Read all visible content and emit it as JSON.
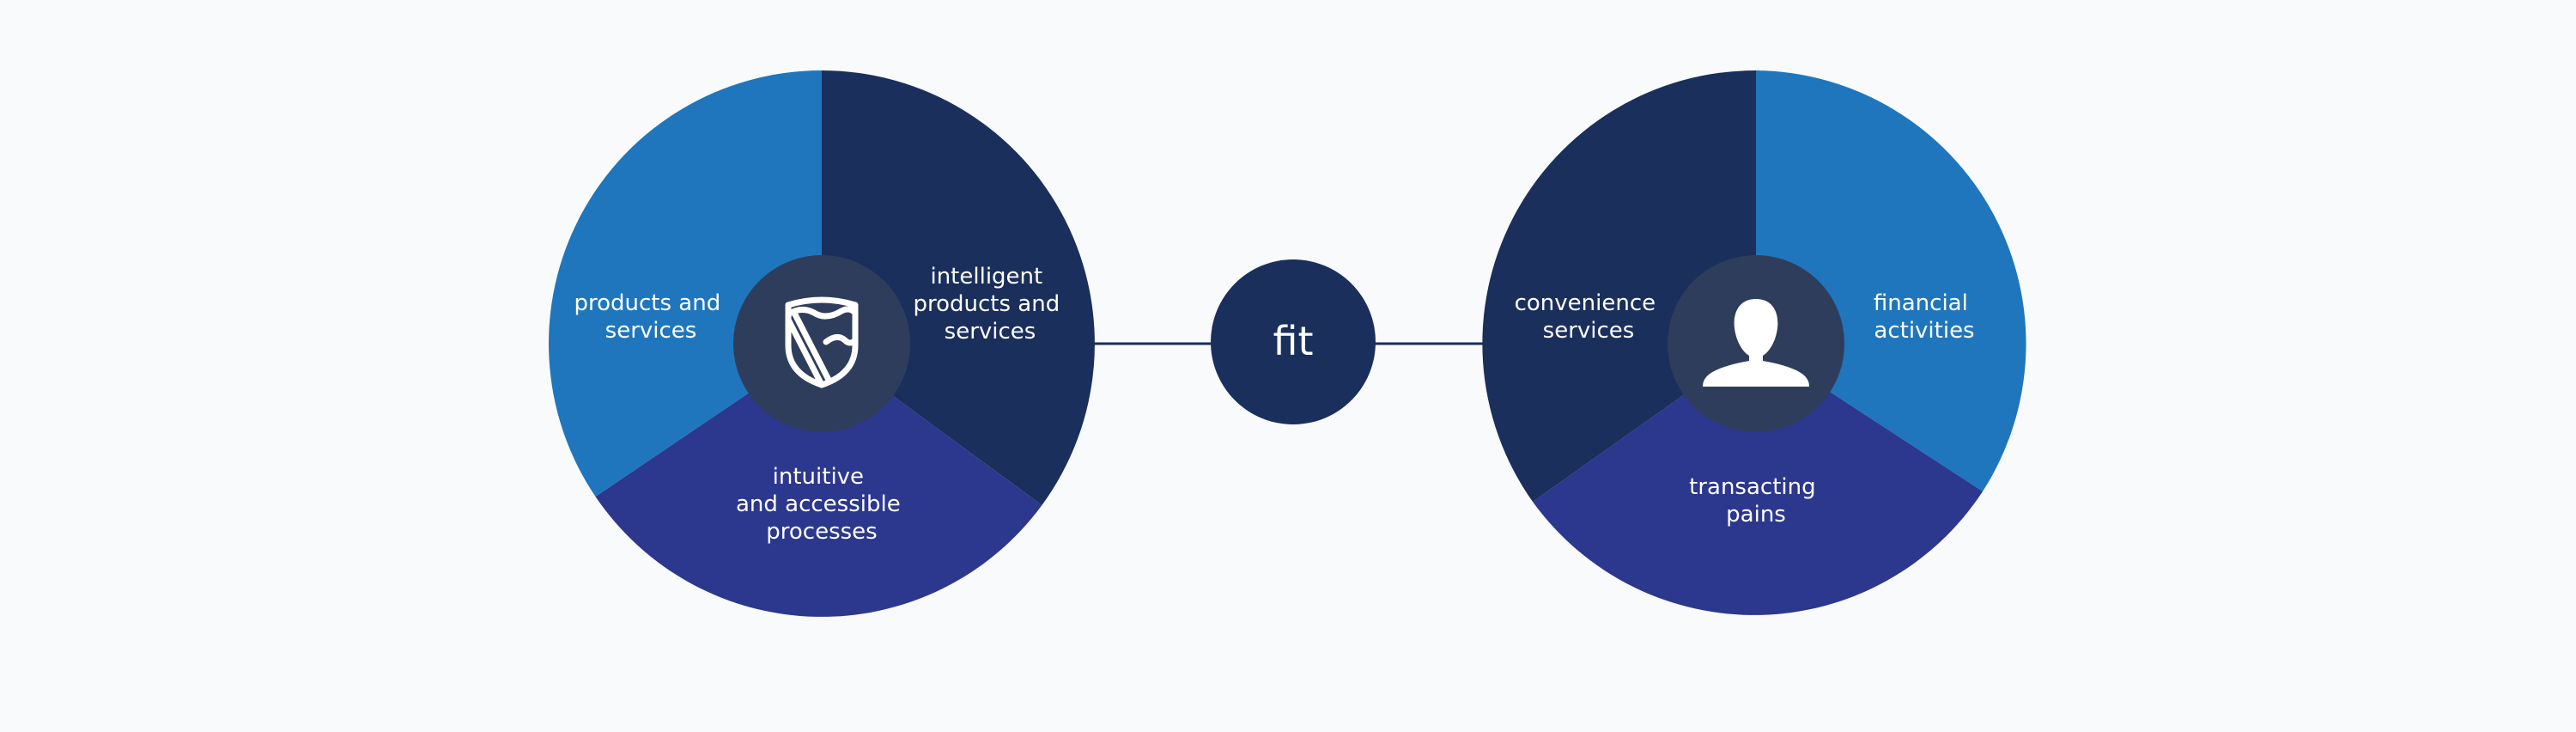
{
  "left_wheel": {
    "icon": "bank-shield-icon",
    "segments": [
      {
        "lines": [
          "intelligent",
          "products and",
          "services"
        ],
        "color": "#1a2f5c"
      },
      {
        "lines": [
          "intuitive",
          "and accessible",
          "processes"
        ],
        "color": "#2c378e"
      },
      {
        "lines": [
          "products and",
          "services"
        ],
        "color": "#1f76bd"
      }
    ]
  },
  "center": {
    "label": "fit",
    "color": "#1a2f5c"
  },
  "right_wheel": {
    "icon": "person-icon",
    "segments": [
      {
        "lines": [
          "financial",
          "activities"
        ],
        "color": "#1f76bd"
      },
      {
        "lines": [
          "transacting",
          "pains"
        ],
        "color": "#2c378e"
      },
      {
        "lines": [
          "convenience",
          "services"
        ],
        "color": "#1a2f5c"
      }
    ]
  },
  "colors": {
    "background": "#f9fafc",
    "hub": "#2f3d5c",
    "connector": "#1a2f5c"
  }
}
